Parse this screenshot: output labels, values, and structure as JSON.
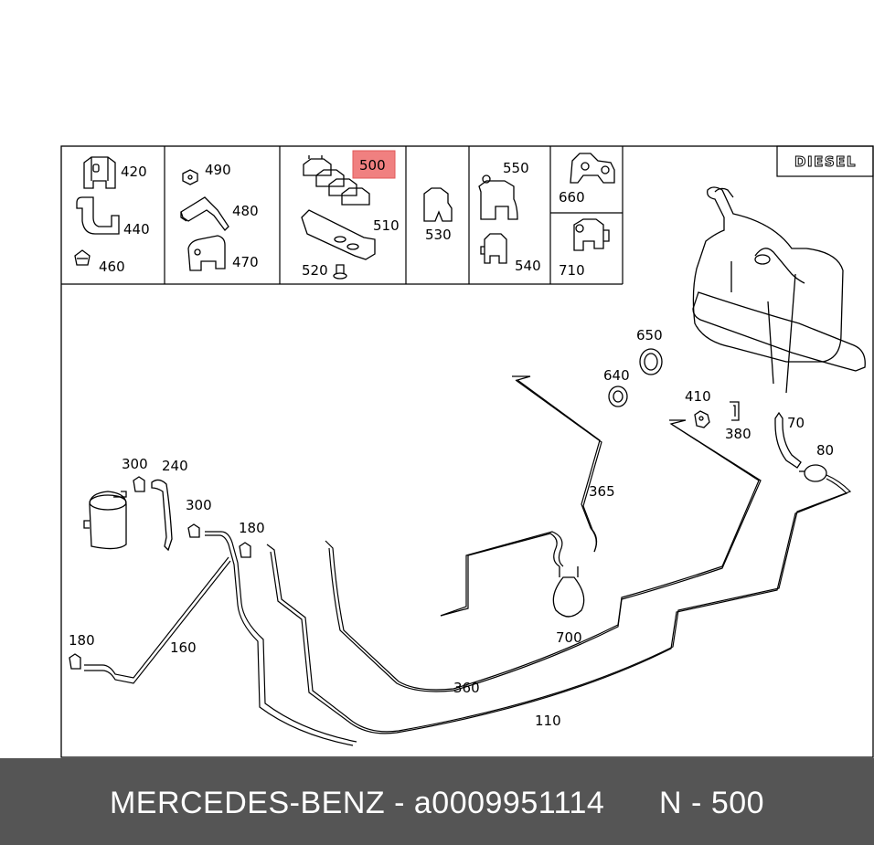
{
  "footer": {
    "brand": "MERCEDES-BENZ",
    "separator": " - ",
    "part_number": "a0009951114",
    "position_prefix": "N - ",
    "position": "500",
    "background": "#555555"
  },
  "diagram": {
    "badge": "DIESEL",
    "highlight_color": "#f08080",
    "highlighted_label": "500",
    "labels": {
      "p420": "420",
      "p440": "440",
      "p460": "460",
      "p490": "490",
      "p480": "480",
      "p470": "470",
      "p500": "500",
      "p510": "510",
      "p520": "520",
      "p530": "530",
      "p550": "550",
      "p540": "540",
      "p660": "660",
      "p710": "710",
      "p650": "650",
      "p640": "640",
      "p410": "410",
      "p380": "380",
      "p70": "70",
      "p80": "80",
      "p365": "365",
      "p700": "700",
      "p300a": "300",
      "p240": "240",
      "p300b": "300",
      "p180a": "180",
      "p180b": "180",
      "p160": "160",
      "p360": "360",
      "p110": "110"
    }
  }
}
